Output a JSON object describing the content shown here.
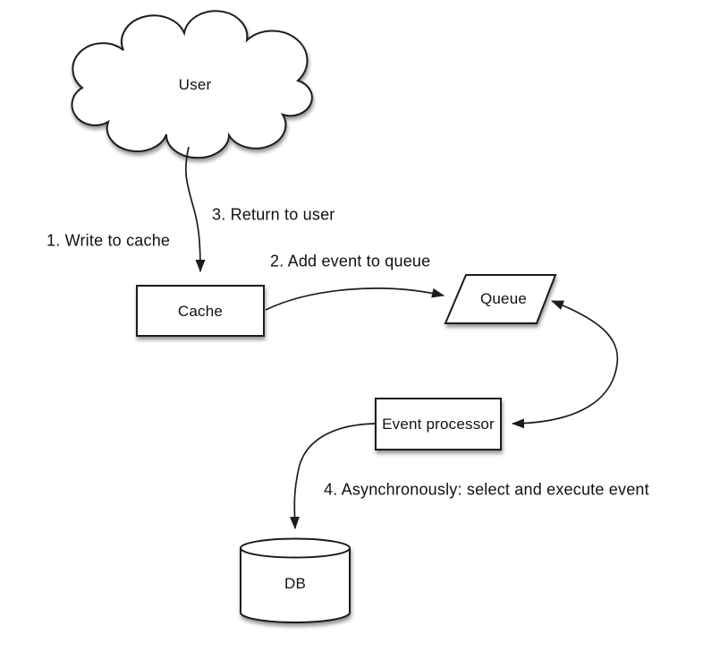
{
  "diagram": {
    "description": "Write-behind cache flow diagram",
    "colors": {
      "background": "#ffffff",
      "shape_fill": "#ffffff",
      "stroke": "#1c1c1c",
      "text": "#111111"
    },
    "nodes": {
      "user": {
        "label": "User",
        "shape": "cloud"
      },
      "cache": {
        "label": "Cache",
        "shape": "rectangle"
      },
      "queue": {
        "label": "Queue",
        "shape": "parallelogram"
      },
      "event_processor": {
        "label": "Event processor",
        "shape": "rectangle"
      },
      "db": {
        "label": "DB",
        "shape": "cylinder"
      }
    },
    "edges": {
      "user_to_cache": {
        "from": "user",
        "to": "cache",
        "direction": "down"
      },
      "cache_to_queue": {
        "from": "cache",
        "to": "queue",
        "direction": "right"
      },
      "queue_to_processor": {
        "from": "queue",
        "to": "event_processor",
        "bidirectional": true
      },
      "processor_to_db": {
        "from": "event_processor",
        "to": "db",
        "direction": "down"
      }
    },
    "step_labels": {
      "step1": "1. Write to cache",
      "step2": "2. Add event to queue",
      "step3": "3. Return to user",
      "step4": "4. Asynchronously: select and execute event"
    }
  }
}
